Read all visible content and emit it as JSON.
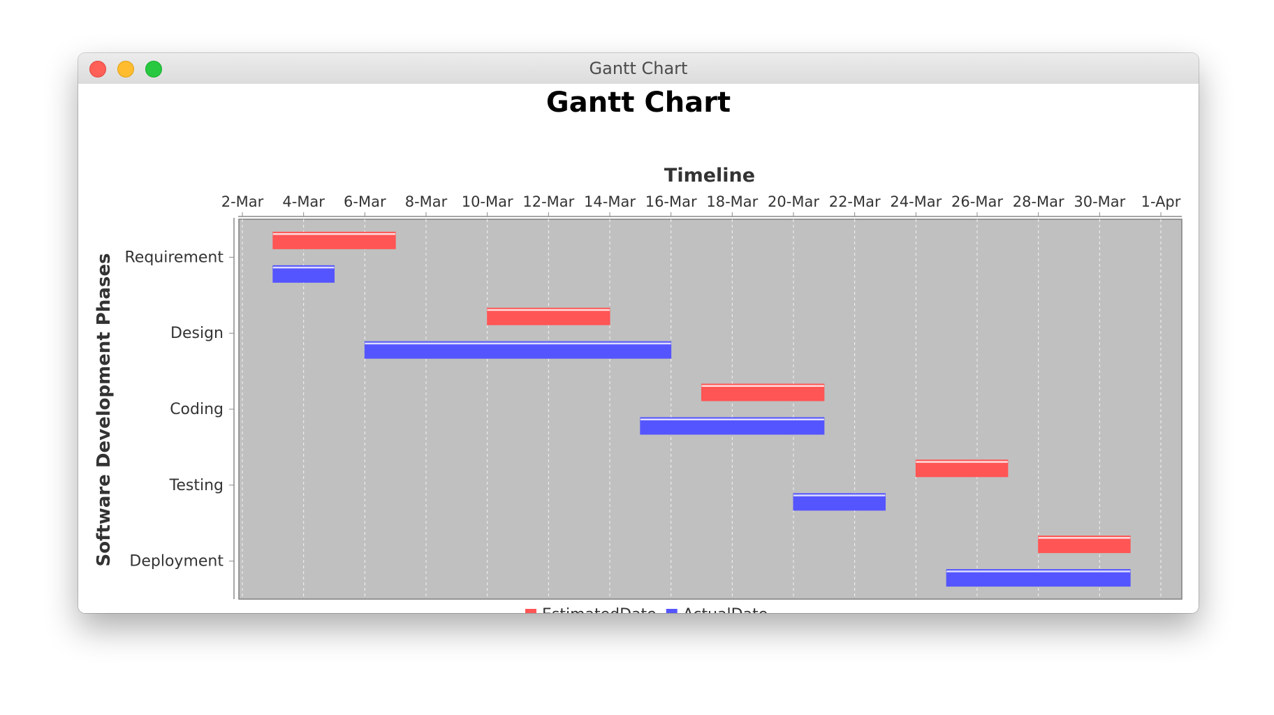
{
  "window": {
    "title": "Gantt Chart"
  },
  "colors": {
    "estimated": "#ff5555",
    "actual": "#5555ff",
    "plot_background": "#c0c0c0",
    "gridline": "#ffffff"
  },
  "chart_data": {
    "type": "gantt",
    "title": "Gantt Chart",
    "xlabel": "Timeline",
    "ylabel": "Software Development Phases",
    "x_axis_position": "top",
    "xlim": [
      "2-Mar",
      "1-Apr"
    ],
    "x_ticks": [
      "2-Mar",
      "4-Mar",
      "6-Mar",
      "8-Mar",
      "10-Mar",
      "12-Mar",
      "14-Mar",
      "16-Mar",
      "18-Mar",
      "20-Mar",
      "22-Mar",
      "24-Mar",
      "26-Mar",
      "28-Mar",
      "30-Mar",
      "1-Apr"
    ],
    "categories": [
      "Requirement",
      "Design",
      "Coding",
      "Testing",
      "Deployment"
    ],
    "grid": true,
    "legend_position": "bottom",
    "series": [
      {
        "name": "EstimatedDate",
        "color": "#ff5555",
        "tasks": [
          {
            "start": "3-Mar",
            "end": "7-Mar"
          },
          {
            "start": "10-Mar",
            "end": "14-Mar"
          },
          {
            "start": "17-Mar",
            "end": "21-Mar"
          },
          {
            "start": "24-Mar",
            "end": "27-Mar"
          },
          {
            "start": "28-Mar",
            "end": "31-Mar"
          }
        ]
      },
      {
        "name": "ActualDate",
        "color": "#5555ff",
        "tasks": [
          {
            "start": "3-Mar",
            "end": "5-Mar"
          },
          {
            "start": "6-Mar",
            "end": "16-Mar"
          },
          {
            "start": "15-Mar",
            "end": "21-Mar"
          },
          {
            "start": "20-Mar",
            "end": "23-Mar"
          },
          {
            "start": "25-Mar",
            "end": "31-Mar"
          }
        ]
      }
    ]
  }
}
